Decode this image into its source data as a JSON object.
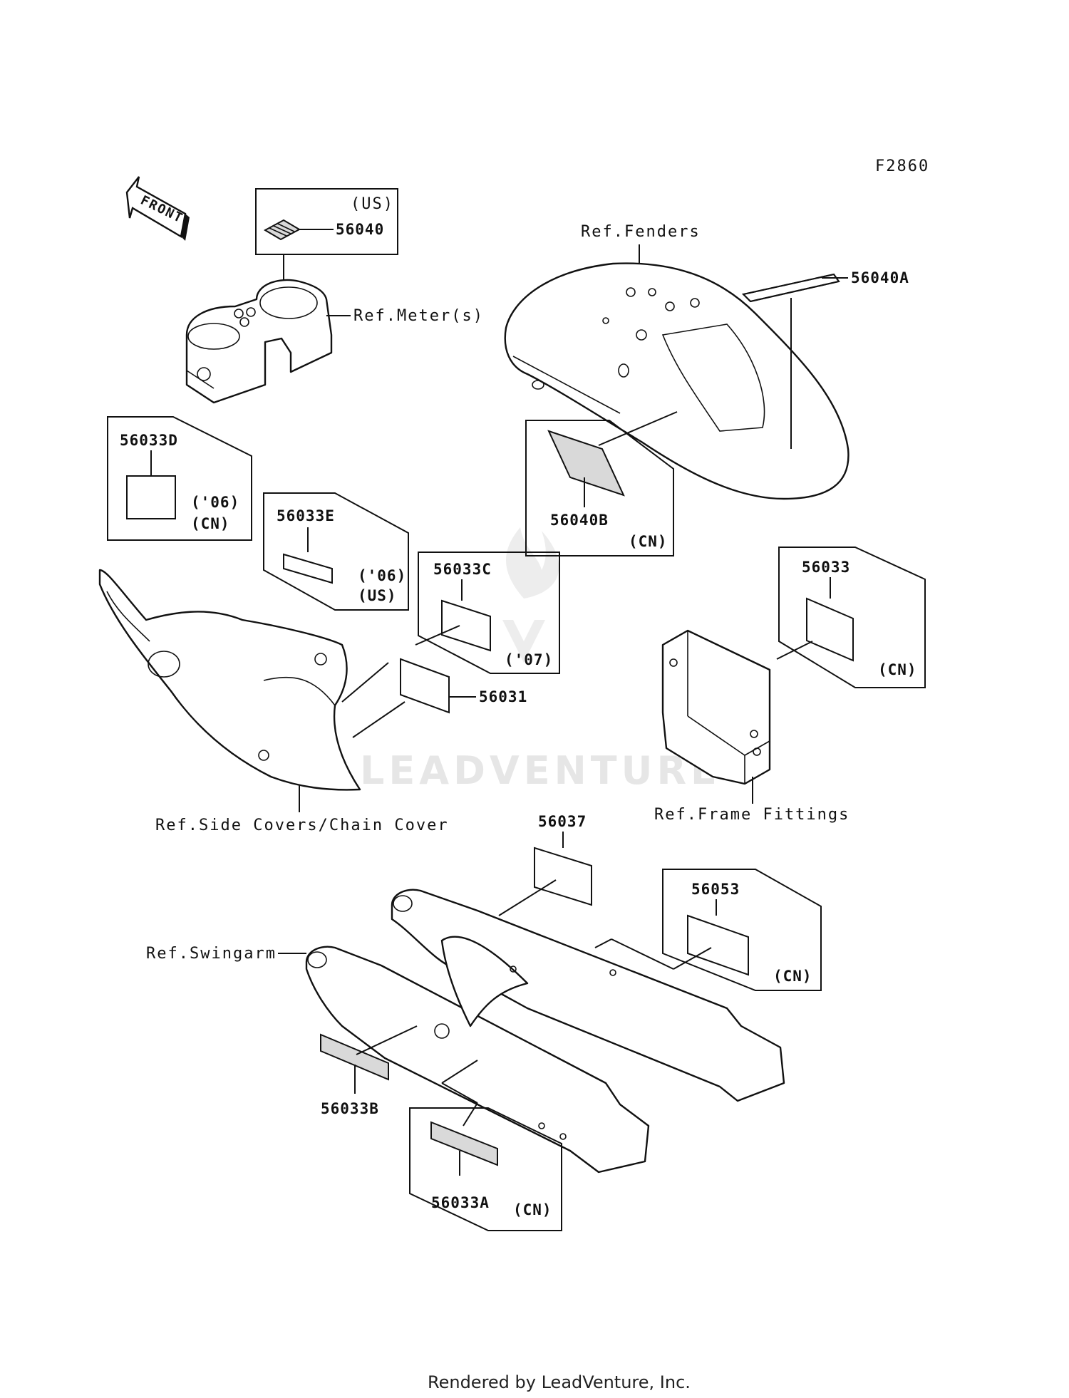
{
  "diagram_code": "F2860",
  "front_arrow": "FRONT",
  "watermark": "LEADVENTURE",
  "footer": "Rendered by LeadVenture, Inc.",
  "references": {
    "meter": "Ref.Meter(s)",
    "fenders": "Ref.Fenders",
    "side_covers": "Ref.Side Covers/Chain Cover",
    "frame_fittings": "Ref.Frame Fittings",
    "swingarm": "Ref.Swingarm"
  },
  "parts": [
    {
      "number": "56040",
      "notes": [
        "(US)"
      ]
    },
    {
      "number": "56040A",
      "notes": []
    },
    {
      "number": "56040B",
      "notes": [
        "(CN)"
      ]
    },
    {
      "number": "56033D",
      "notes": [
        "('06)",
        "(CN)"
      ]
    },
    {
      "number": "56033E",
      "notes": [
        "('06)",
        "(US)"
      ]
    },
    {
      "number": "56033C",
      "notes": [
        "('07)"
      ]
    },
    {
      "number": "56031",
      "notes": []
    },
    {
      "number": "56033",
      "notes": [
        "(CN)"
      ]
    },
    {
      "number": "56037",
      "notes": []
    },
    {
      "number": "56053",
      "notes": [
        "(CN)"
      ]
    },
    {
      "number": "56033B",
      "notes": []
    },
    {
      "number": "56033A",
      "notes": [
        "(CN)"
      ]
    }
  ]
}
